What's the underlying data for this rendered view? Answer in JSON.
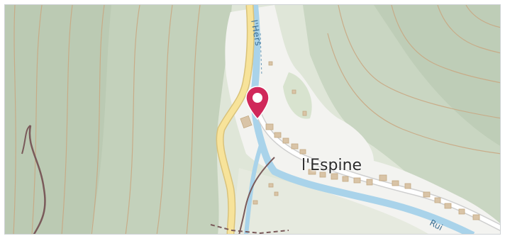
{
  "map": {
    "place_name": "l'Espine",
    "river_name_top": "l'Hers",
    "river_name_bottom": "Rui",
    "marker_icon": "location-pin-icon",
    "colors": {
      "forest": "#bfcfb7",
      "open_land": "#e8ede3",
      "settlement": "#f4f4f2",
      "road_fill": "#f7e39a",
      "road_casing": "#d9c27a",
      "river": "#a9d3ea",
      "contour": "#c9a883",
      "track": "#7a5a5a",
      "building": "#d9c4a7",
      "marker": "#d0285a"
    }
  }
}
